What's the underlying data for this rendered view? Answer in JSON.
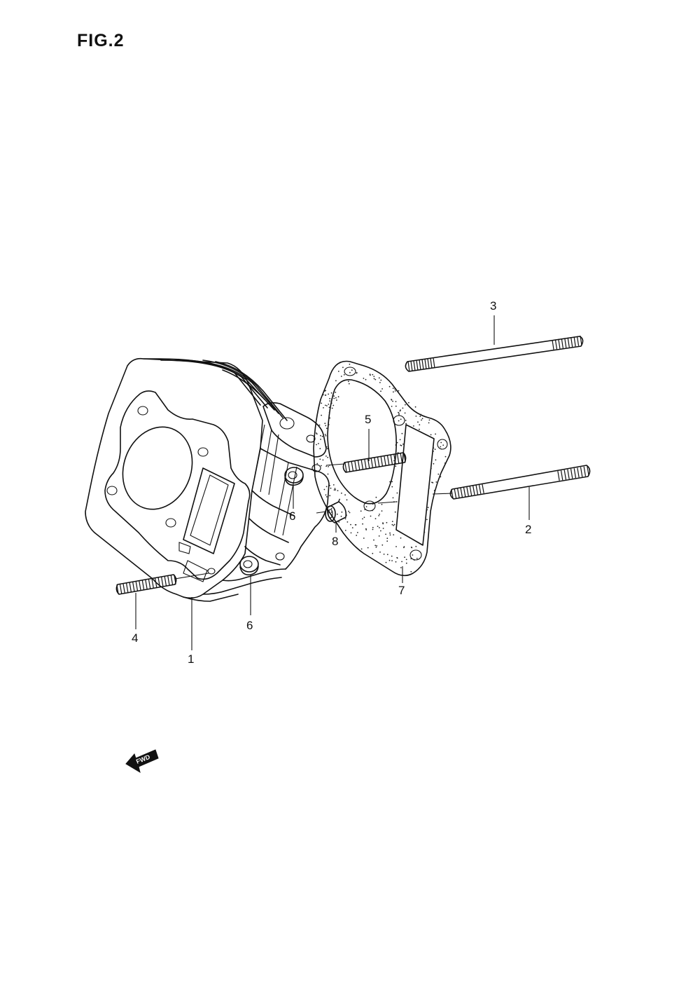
{
  "figure": {
    "title": "FIG.2",
    "fwd_label": "FWD"
  },
  "callouts": [
    {
      "id": "c1",
      "label": "1"
    },
    {
      "id": "c2",
      "label": "2"
    },
    {
      "id": "c3",
      "label": "3"
    },
    {
      "id": "c4",
      "label": "4"
    },
    {
      "id": "c5",
      "label": "5"
    },
    {
      "id": "c6a",
      "label": "6"
    },
    {
      "id": "c6b",
      "label": "6"
    },
    {
      "id": "c7",
      "label": "7"
    },
    {
      "id": "c8",
      "label": "8"
    }
  ]
}
